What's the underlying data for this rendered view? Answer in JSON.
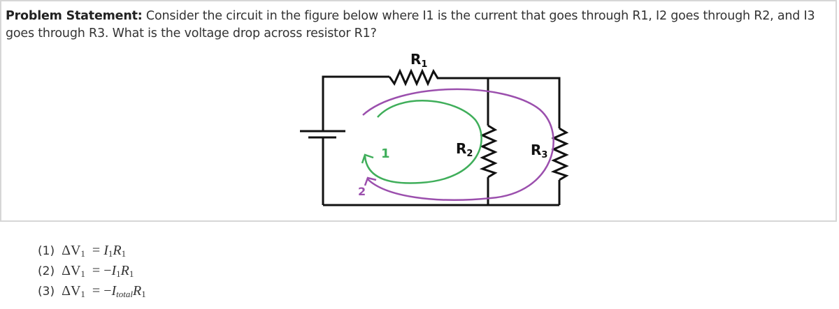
{
  "problem": {
    "label": "Problem Statement:",
    "text": "Consider the circuit in the figure below where I1 is the current that goes through R1, I2 goes through R2, and I3 goes through R3. What is the voltage drop across resistor R1?"
  },
  "figure": {
    "r1_label": "R",
    "r1_sub": "1",
    "r2_label": "R",
    "r2_sub": "2",
    "r3_label": "R",
    "r3_sub": "3",
    "loop1_label": "1",
    "loop2_label": "2",
    "colors": {
      "wire": "#111111",
      "loop1": "#3fae5a",
      "loop2": "#9b4fad"
    }
  },
  "choices": [
    {
      "num": "(1)",
      "lhs": "ΔV",
      "lhs_sub": "1",
      "eq": "=",
      "sign": "",
      "i": "I",
      "i_sub": "1",
      "r": "R",
      "r_sub": "1"
    },
    {
      "num": "(2)",
      "lhs": "ΔV",
      "lhs_sub": "1",
      "eq": "=",
      "sign": "−",
      "i": "I",
      "i_sub": "1",
      "r": "R",
      "r_sub": "1"
    },
    {
      "num": "(3)",
      "lhs": "ΔV",
      "lhs_sub": "1",
      "eq": "=",
      "sign": "−",
      "i": "I",
      "i_sub": "total",
      "r": "R",
      "r_sub": "1"
    }
  ]
}
